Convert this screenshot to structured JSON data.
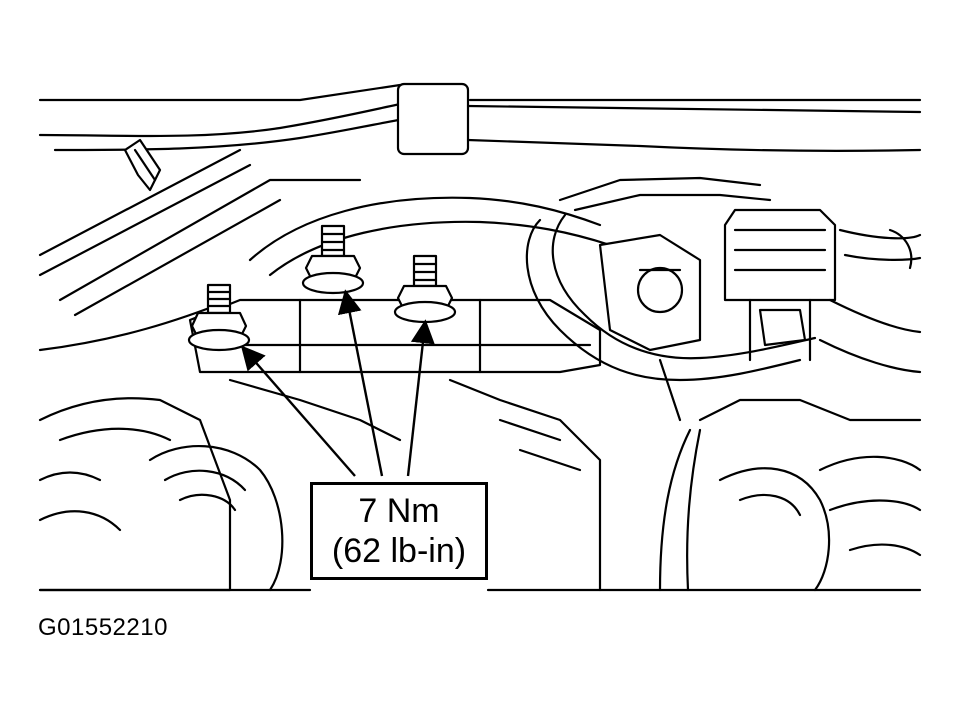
{
  "diagram": {
    "figure_id": "G01552210",
    "callout": {
      "metric": "7 Nm",
      "imperial": "(62 lb-in)"
    },
    "icons": [
      "bolt-icon",
      "arrow-icon"
    ],
    "colors": {
      "line": "#000000",
      "background": "#ffffff"
    }
  }
}
